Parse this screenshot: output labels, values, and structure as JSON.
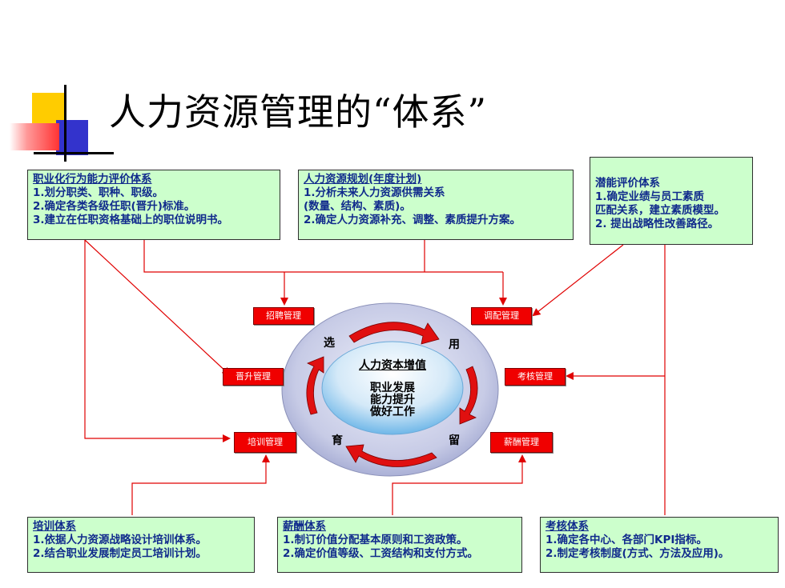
{
  "title": "人力资源管理的“体系”",
  "top_boxes": {
    "career": {
      "title": "职业化行为能力评价体系",
      "lines": [
        "1.划分职类、职种、职级。",
        "2.确定各类各级任职(晋升)标准。",
        "3.建立在任职资格基础上的职位说明书。"
      ]
    },
    "planning": {
      "title": "人力资源规划(年度计划)",
      "lines": [
        "1.分析未来人力资源供需关系",
        "(数量、结构、素质)。",
        "2.确定人力资源补充、调整、素质提升方案。"
      ]
    },
    "potential": {
      "title": "潜能评价体系",
      "lines": [
        "1.确定业绩与员工素质",
        "匹配关系，建立素质模型。",
        "2. 提出战略性改善路径。"
      ]
    }
  },
  "bottom_boxes": {
    "training": {
      "title": "培训体系",
      "lines": [
        "1.依据人力资源战略设计培训体系。",
        "2.结合职业发展制定员工培训计划。"
      ]
    },
    "salary": {
      "title": "薪酬体系",
      "lines": [
        "1.制订价值分配基本原则和工资政策。",
        "2.确定价值等级、工资结构和支付方式。"
      ]
    },
    "assessment": {
      "title": "考核体系",
      "lines": [
        "1.确定各中心、各部门KPI指标。",
        "2.制定考核制度(方式、方法及应用)。"
      ]
    }
  },
  "modules": {
    "recruit": "招聘管理",
    "allocate": "调配管理",
    "promote": "晋升管理",
    "assess": "考核管理",
    "train": "培训管理",
    "pay": "薪酬管理"
  },
  "cycle": {
    "select": "选",
    "use": "用",
    "develop": "育",
    "retain": "留",
    "core_title": "人力资本增值",
    "core_lines": [
      "职业发展",
      "能力提升",
      "做好工作"
    ]
  },
  "colors": {
    "box_bg": "#ccffcc",
    "box_text": "#102a8c",
    "module_bg": "#f00000",
    "connector": "#e00000"
  }
}
